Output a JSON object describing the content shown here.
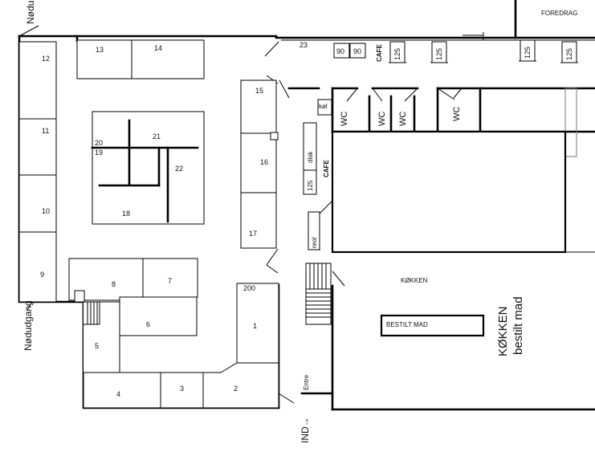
{
  "stands": {
    "s1": "1",
    "s2": "2",
    "s3": "3",
    "s4": "4",
    "s5": "5",
    "s6": "6",
    "s7": "7",
    "s8": "8",
    "s9": "9",
    "s10": "10",
    "s11": "11",
    "s12": "12",
    "s13": "13",
    "s14": "14",
    "s15": "15",
    "s16": "16",
    "s17": "17",
    "s18": "18",
    "s19": "19",
    "s20": "20",
    "s21": "21",
    "s22": "22",
    "s23": "23",
    "s200": "200"
  },
  "tables": {
    "t90a": "90",
    "t90b": "90",
    "t125a": "125",
    "t125b": "125",
    "t125c": "125",
    "t125d": "125",
    "t125e": "125"
  },
  "rooms": {
    "foredrag": "FOREDRAG",
    "kokken": "KØKKEN",
    "bestilt_mad": "BESTILT MAD",
    "kokken_big": "KØKKEN",
    "bestilt_mad_big": "bestilt mad",
    "wc": "WC",
    "cafe": "CAFE",
    "kol": "køl",
    "disk": "disk",
    "reol": "reol",
    "entre": "Entre"
  },
  "exits": {
    "nodudgang_top": "Nødudgang",
    "nodudgang_left": "Nødudgang",
    "ind": "IND→"
  }
}
